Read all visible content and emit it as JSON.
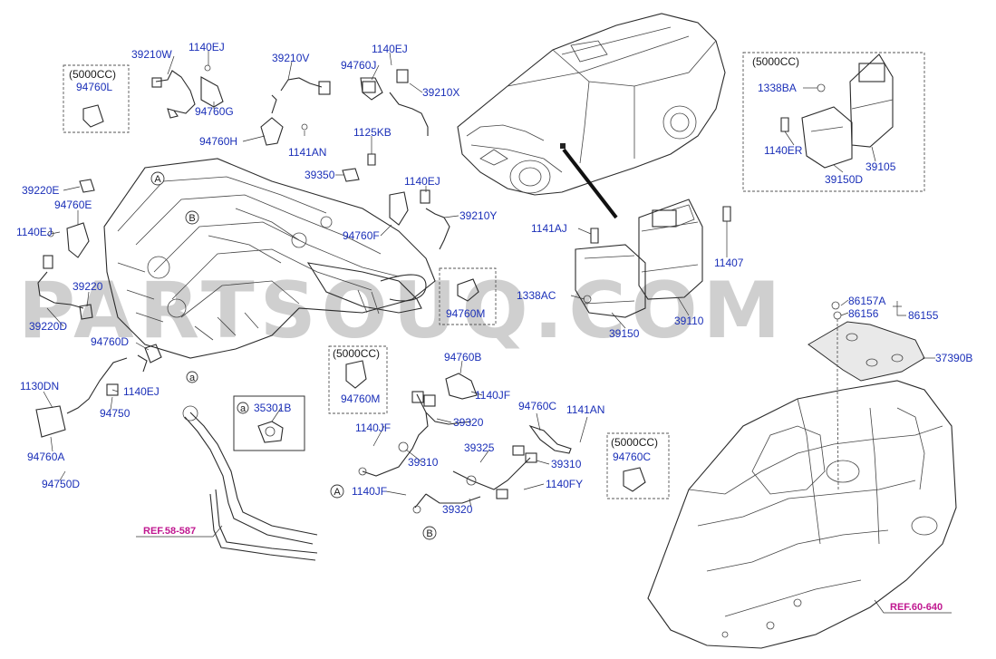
{
  "watermark": "PARTSOUQ.COM",
  "part_labels": {
    "p39210W": "39210W",
    "p1140EJ_a": "1140EJ",
    "p94760G": "94760G",
    "p39210V": "39210V",
    "p94760H": "94760H",
    "p1141AN_a": "1141AN",
    "p1140EJ_b": "1140EJ",
    "p94760J": "94760J",
    "p39210X": "39210X",
    "p1125KB": "1125KB",
    "p39350": "39350",
    "p1140EJ_c": "1140EJ",
    "p39210Y": "39210Y",
    "p94760F": "94760F",
    "p94760M_a": "94760M",
    "p39220E": "39220E",
    "p94760E": "94760E",
    "p1140EJ_d": "1140EJ",
    "p39220": "39220",
    "p39220D": "39220D",
    "p94760D": "94760D",
    "p1130DN": "1130DN",
    "p1140EJ_e": "1140EJ",
    "p94750": "94750",
    "p94760A": "94760A",
    "p94750D": "94750D",
    "p94760L": "94760L",
    "p35301B": "35301B",
    "p94760M_b": "94760M",
    "p94760B": "94760B",
    "p1140JF_a": "1140JF",
    "p39320_a": "39320",
    "p1140JF_b": "1140JF",
    "p39310_a": "39310",
    "p1140JF_c": "1140JF",
    "p39325": "39325",
    "p39320_b": "39320",
    "p94760C_a": "94760C",
    "p1141AN_b": "1141AN",
    "p39310_b": "39310",
    "p1140FY": "1140FY",
    "p94760C_b": "94760C",
    "p1141AJ": "1141AJ",
    "p11407": "11407",
    "p1338AC": "1338AC",
    "p39110": "39110",
    "p39150_a": "39150",
    "p1338BA": "1338BA",
    "p1140ER": "1140ER",
    "p39105": "39105",
    "p39150D": "39150D",
    "p86157A": "86157A",
    "p86156": "86156",
    "p86155": "86155",
    "p37390B": "37390B"
  },
  "group_labels": {
    "g5000_a": "(5000CC)",
    "g5000_b": "(5000CC)",
    "g5000_c": "(5000CC)",
    "g5000_d": "(5000CC)"
  },
  "callouts": {
    "A1": "A",
    "B1": "B",
    "A2": "A",
    "B2": "B",
    "a1": "a",
    "a2": "a"
  },
  "refs": {
    "ref58": "REF.58-587",
    "ref60": "REF.60-640"
  },
  "colors": {
    "label": "#1a2fb8",
    "ref": "#c01890",
    "line": "#2b2b2b",
    "watermark": "#cfcfcf"
  }
}
